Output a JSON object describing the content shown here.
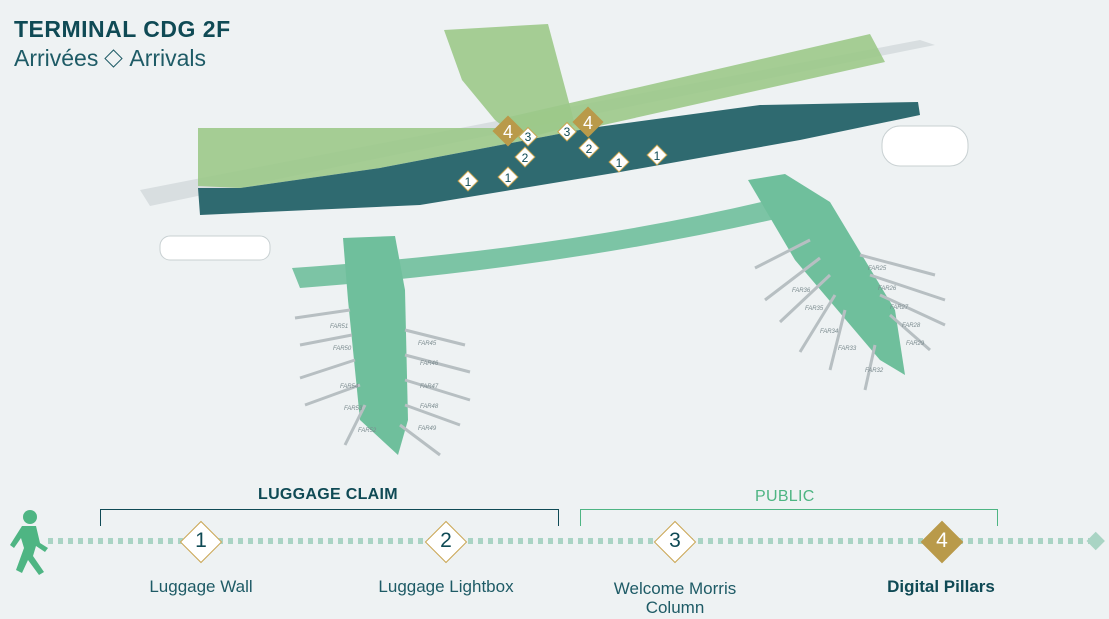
{
  "header": {
    "title": "TERMINAL CDG 2F",
    "subtitle_fr": "Arrivées",
    "subtitle_en": "Arrivals"
  },
  "zones": {
    "luggage_claim": "LUGGAGE CLAIM",
    "public": "PUBLIC"
  },
  "legend": {
    "items": [
      {
        "number": "1",
        "label": "Luggage Wall"
      },
      {
        "number": "2",
        "label": "Luggage Lightbox"
      },
      {
        "number": "3",
        "label_line1": "Welcome Morris",
        "label_line2": "Column"
      },
      {
        "number": "4",
        "label": "Digital Pillars"
      }
    ]
  },
  "map_markers": [
    {
      "number": "1"
    },
    {
      "number": "1"
    },
    {
      "number": "1"
    },
    {
      "number": "1"
    },
    {
      "number": "2"
    },
    {
      "number": "2"
    },
    {
      "number": "3"
    },
    {
      "number": "3"
    },
    {
      "number": "4"
    },
    {
      "number": "4"
    }
  ],
  "gates": {
    "pier_left": [
      "FAR51",
      "FAR50",
      "FAR45",
      "FAR46",
      "FAR47",
      "FAR48",
      "FAR49",
      "FAR52",
      "FAR53",
      "FAR54"
    ],
    "pier_right": [
      "FAR25",
      "FAR26",
      "FAR27",
      "FAR28",
      "FAR29",
      "FAR32",
      "FAR33",
      "FAR34",
      "FAR35",
      "FAR36"
    ]
  },
  "colors": {
    "title": "#0f4a55",
    "public_zone": "#8fbf7a",
    "luggage_zone": "#2f6a70",
    "pier": "#6fbf9c",
    "marker_gold": "#b99a4a",
    "path_dots": "#a9d4c4"
  },
  "icons": {
    "walker": "pedestrian-icon",
    "arrow_end": "diamond-end-icon"
  }
}
